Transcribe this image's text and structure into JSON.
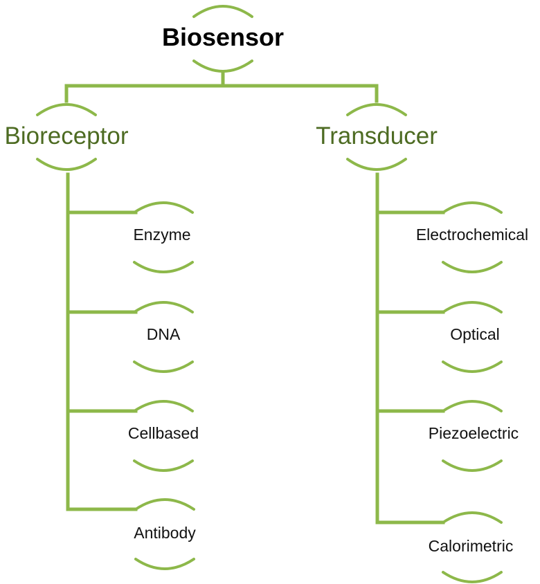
{
  "colors": {
    "line": "#8db84a",
    "branch_text": "#4d6b22"
  },
  "root": {
    "label": "Biosensor"
  },
  "branches": [
    {
      "label": "Bioreceptor",
      "children": [
        "Enzyme",
        "DNA",
        "Cellbased",
        "Antibody"
      ]
    },
    {
      "label": "Transducer",
      "children": [
        "Electrochemical",
        "Optical",
        "Piezoelectric",
        "Calorimetric"
      ]
    }
  ]
}
